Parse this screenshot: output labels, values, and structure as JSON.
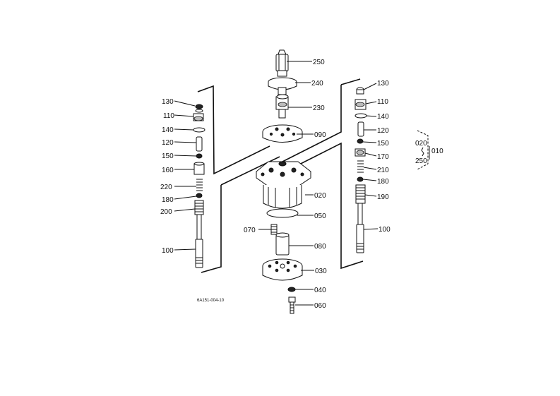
{
  "figure_code": "6A151-004-10",
  "labels": {
    "p250": "250",
    "p240": "240",
    "p230": "230",
    "p090": "090",
    "p020": "020",
    "p050": "050",
    "p070": "070",
    "p080": "080",
    "p030": "030",
    "p040": "040",
    "p060": "060",
    "l130": "130",
    "l110": "110",
    "l140": "140",
    "l120": "120",
    "l150": "150",
    "l160": "160",
    "l220": "220",
    "l180": "180",
    "l200": "200",
    "l100": "100",
    "r130": "130",
    "r110": "110",
    "r140": "140",
    "r120": "120",
    "r150": "150",
    "r170": "170",
    "r210": "210",
    "r180": "180",
    "r190": "190",
    "r100": "100"
  },
  "assembly_key": {
    "a": "020",
    "b": "010",
    "c": "250"
  }
}
